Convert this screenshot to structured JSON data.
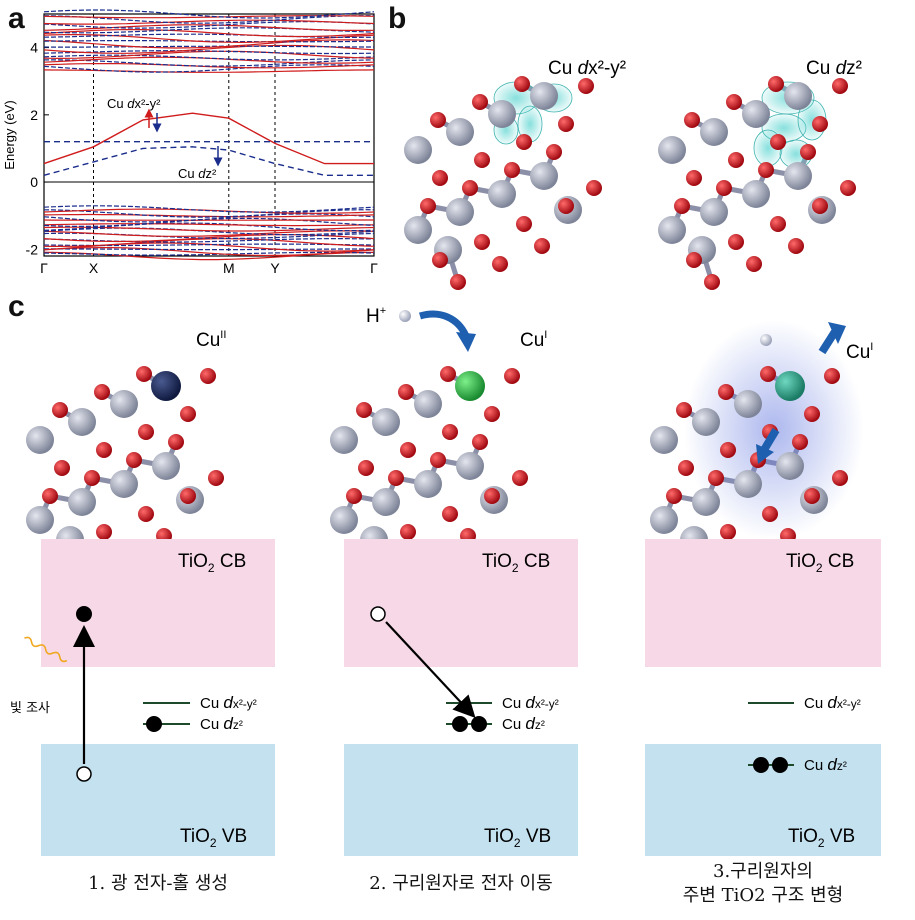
{
  "panel_labels": {
    "a": "a",
    "b": "b",
    "c": "c"
  },
  "chart_data": {
    "type": "line",
    "title": "",
    "ylabel": "Energy (eV)",
    "xlabel": "",
    "ylim": [
      -2.2,
      5.0
    ],
    "yticks": [
      -2,
      0,
      2,
      4
    ],
    "kpath_labels": [
      "Γ",
      "X",
      "M",
      "Y",
      "Γ"
    ],
    "kpath_positions": [
      0,
      0.15,
      0.56,
      0.7,
      1.0
    ],
    "series": [
      {
        "name": "Cu dx²-y²",
        "style": "spin-up",
        "color": "#d01c1c",
        "x": [
          0,
          0.15,
          0.3,
          0.45,
          0.56,
          0.7,
          0.85,
          1.0
        ],
        "y": [
          0.55,
          1.05,
          1.85,
          2.05,
          1.9,
          1.15,
          0.55,
          0.55
        ]
      },
      {
        "name": "Cu dx²-y² (spin down)",
        "style": "spin-down",
        "color": "#1a2d8c",
        "x": [
          0,
          0.15,
          0.56,
          0.7,
          1.0
        ],
        "y": [
          1.2,
          1.2,
          1.2,
          1.2,
          1.2
        ]
      },
      {
        "name": "Cu dz²",
        "style": "spin-down",
        "color": "#1a2d8c",
        "x": [
          0,
          0.15,
          0.3,
          0.45,
          0.56,
          0.7,
          0.85,
          1.0
        ],
        "y": [
          0.2,
          0.6,
          1.0,
          1.05,
          0.95,
          0.55,
          0.2,
          0.2
        ]
      }
    ],
    "annotations": {
      "upper_label_prefix": "Cu ",
      "upper_label_orbital": "d",
      "upper_label_suffix": "x²-y²",
      "lower_label_prefix": "Cu ",
      "lower_label_orbital": "d",
      "lower_label_suffix": "z²"
    }
  },
  "panel_b": {
    "left_label_prefix": "Cu ",
    "left_label_orbital": "d",
    "left_label_suffix": "x²-y²",
    "right_label_prefix": "Cu ",
    "right_label_orbital": "d",
    "right_label_suffix": "z²"
  },
  "panel_c": {
    "structures": [
      {
        "cu_label": "Cu",
        "cu_sup": "II"
      },
      {
        "cu_label": "Cu",
        "cu_sup": "I",
        "proton_label": "H",
        "proton_sup": "+"
      },
      {
        "cu_label": "Cu",
        "cu_sup": "I"
      }
    ],
    "cb_label_pre": "TiO",
    "cb_label_sub": "2",
    "cb_label_post": " CB",
    "vb_label_pre": "TiO",
    "vb_label_sub": "2",
    "vb_label_post": " VB",
    "level_dx2_pre": "Cu ",
    "level_dx2_orb": "d",
    "level_dx2_post": "x²-y²",
    "level_dz2_pre": "Cu ",
    "level_dz2_orb": "d",
    "level_dz2_post": "z²",
    "light_label": "빛 조사",
    "captions": [
      "1. 광 전자-홀 생성",
      "2. 구리원자로 전자 이동",
      "3.구리원자의",
      "주변 TiO2 구조 변형"
    ],
    "colors": {
      "cb": "#f6d8e6",
      "vb": "#c3e1ef",
      "level": "#1d4a2a",
      "cu2": "#1b2a5c",
      "cu1_green": "#2eb84a",
      "cu1_teal": "#2a9a80",
      "oxygen": "#c8101a",
      "titanium": "#9aa0b4",
      "arrow_blue": "#1f5fb0",
      "light": "#f0a820"
    }
  }
}
